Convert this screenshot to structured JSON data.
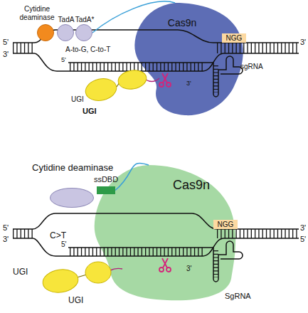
{
  "diagram": {
    "nodes": [
      {
        "text": [
          "Cytidine deaminase"
        ]
      },
      {
        "text": [
          "TadA"
        ]
      },
      {
        "text": [
          "TadA*"
        ]
      },
      {
        "text": [
          "Cas9n"
        ]
      },
      {
        "text": [
          "NGG"
        ]
      },
      {
        "text": [
          "Cytidine deaminase"
        ]
      },
      {
        "text": [
          "ssDBD"
        ]
      },
      {
        "text": [
          "Cas9n"
        ]
      },
      {
        "text": [
          "NGG"
        ]
      }
    ],
    "edges": [
      {
        "from": 2,
        "to": 3,
        "arrow": "none"
      },
      {
        "from": 6,
        "to": 7,
        "arrow": "none"
      }
    ],
    "labels": [
      "5'",
      "3'",
      "A-to-G, C-to-T",
      "5'",
      "3'",
      "3'",
      "sgRNA",
      "UGI",
      "UGI",
      "5'",
      "3'",
      "C>T",
      "5'",
      "3'",
      "3'",
      "5'",
      "SgRNA",
      "UGI",
      "UGI"
    ]
  }
}
